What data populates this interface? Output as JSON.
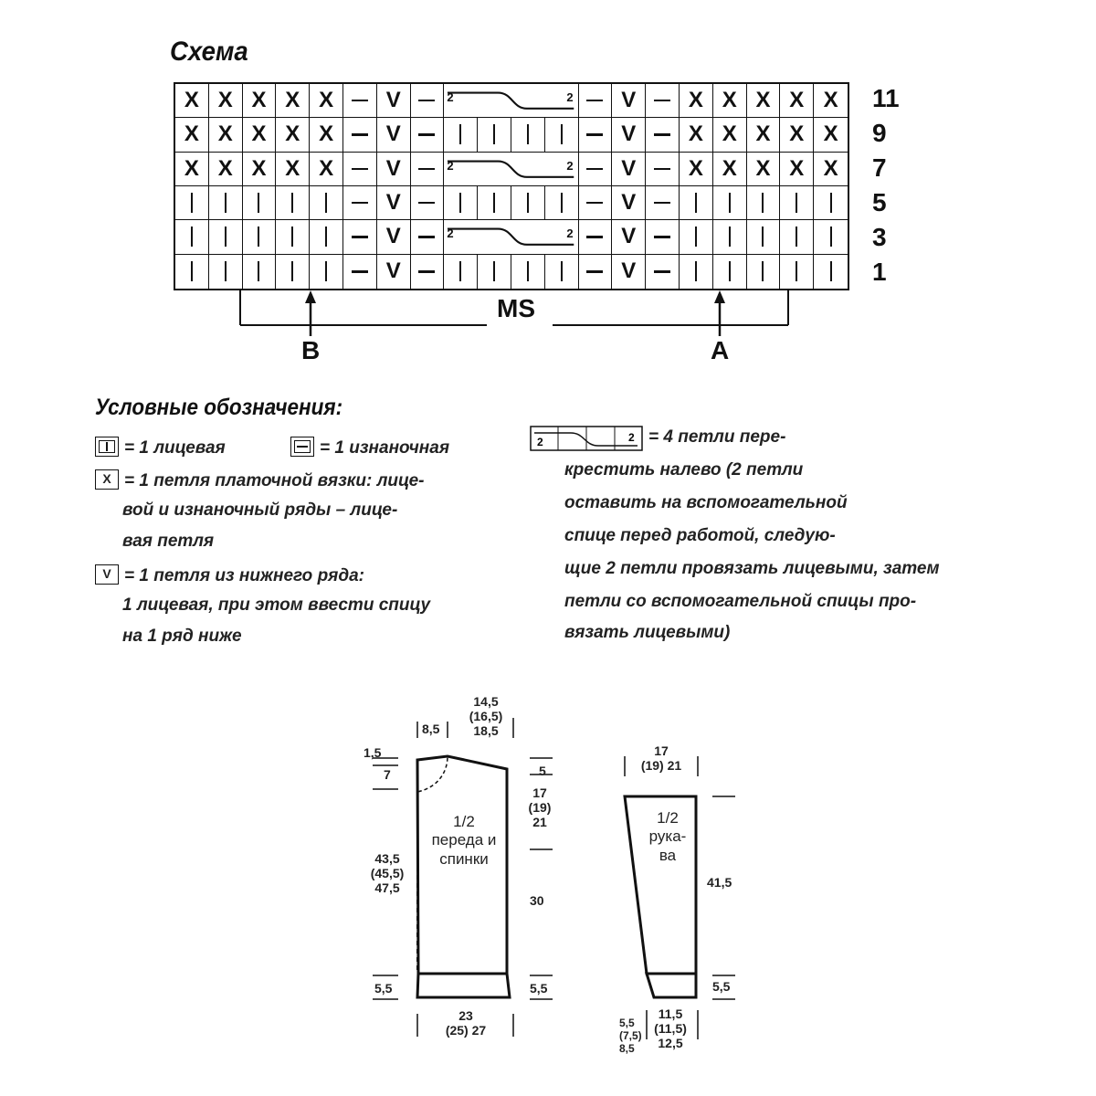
{
  "title": "Схема",
  "chart": {
    "rows": [
      {
        "label": "11",
        "cells": [
          "X",
          "X",
          "X",
          "X",
          "X",
          "-",
          "V",
          "-",
          "C",
          "-",
          "V",
          "-",
          "X",
          "X",
          "X",
          "X",
          "X"
        ]
      },
      {
        "label": "9",
        "cells": [
          "X",
          "X",
          "X",
          "X",
          "X",
          "-",
          "V",
          "-",
          "K",
          "K",
          "K",
          "K",
          "-",
          "V",
          "-",
          "X",
          "X",
          "X",
          "X",
          "X"
        ]
      },
      {
        "label": "7",
        "cells": [
          "X",
          "X",
          "X",
          "X",
          "X",
          "-",
          "V",
          "-",
          "C",
          "-",
          "V",
          "-",
          "X",
          "X",
          "X",
          "X",
          "X"
        ]
      },
      {
        "label": "5",
        "cells": [
          "K",
          "K",
          "K",
          "K",
          "K",
          "-",
          "V",
          "-",
          "K",
          "K",
          "K",
          "K",
          "-",
          "V",
          "-",
          "K",
          "K",
          "K",
          "K",
          "K"
        ]
      },
      {
        "label": "3",
        "cells": [
          "K",
          "K",
          "K",
          "K",
          "K",
          "-",
          "V",
          "-",
          "C",
          "-",
          "V",
          "-",
          "K",
          "K",
          "K",
          "K",
          "K"
        ]
      },
      {
        "label": "1",
        "cells": [
          "K",
          "K",
          "K",
          "K",
          "K",
          "-",
          "V",
          "-",
          "K",
          "K",
          "K",
          "K",
          "-",
          "V",
          "-",
          "K",
          "K",
          "K",
          "K",
          "K"
        ]
      }
    ],
    "cable_numbers": [
      "2",
      "2"
    ],
    "ms_label": "MS",
    "arrow_b": "B",
    "arrow_a": "A"
  },
  "legend": {
    "title": "Условные обозначения:",
    "knit": "= 1 лицевая",
    "purl": "= 1 изнаночная",
    "garter_box": "X",
    "garter": [
      "= 1 петля платочной вязки: лице-",
      "вой и изнаночный ряды – лице-",
      "вая петля"
    ],
    "v_box": "V",
    "v": [
      "= 1 петля из нижнего ряда:",
      "1 лицевая, при этом ввести спицу",
      "на 1 ряд ниже"
    ],
    "cable_numbers": [
      "2",
      "2"
    ],
    "cable": [
      "= 4 петли пере-",
      "крестить налево (2 петли",
      "оставить на вспомогательной",
      "спице перед работой, следую-",
      "щие 2 петли провязать лицевыми, затем",
      "петли со вспомогательной спицы про-",
      "вязать лицевыми)"
    ]
  },
  "body_piece": {
    "label": [
      "1/2",
      "переда и",
      "спинки"
    ],
    "top_neck": "8,5",
    "top_shoulder": [
      "14,5",
      "(16,5)",
      "18,5"
    ],
    "left_neck_small": "1,5",
    "left_neck_depth": "7",
    "left_height": [
      "43,5",
      "(45,5)",
      "47,5"
    ],
    "left_rib": "5,5",
    "right_shoulder": "5",
    "right_armhole": [
      "17",
      "(19)",
      "21"
    ],
    "right_side": "30",
    "right_rib": "5,5",
    "bottom_width": [
      "23",
      "(25)  27"
    ]
  },
  "sleeve_piece": {
    "label": [
      "1/2",
      "рука-",
      "ва"
    ],
    "top_width": [
      "17",
      "(19)  21"
    ],
    "right_length": "41,5",
    "right_rib": "5,5",
    "bottom_small": [
      "5,5",
      "(7,5)",
      "8,5"
    ],
    "bottom_cuff": [
      "11,5",
      "(11,5)",
      "12,5"
    ]
  }
}
